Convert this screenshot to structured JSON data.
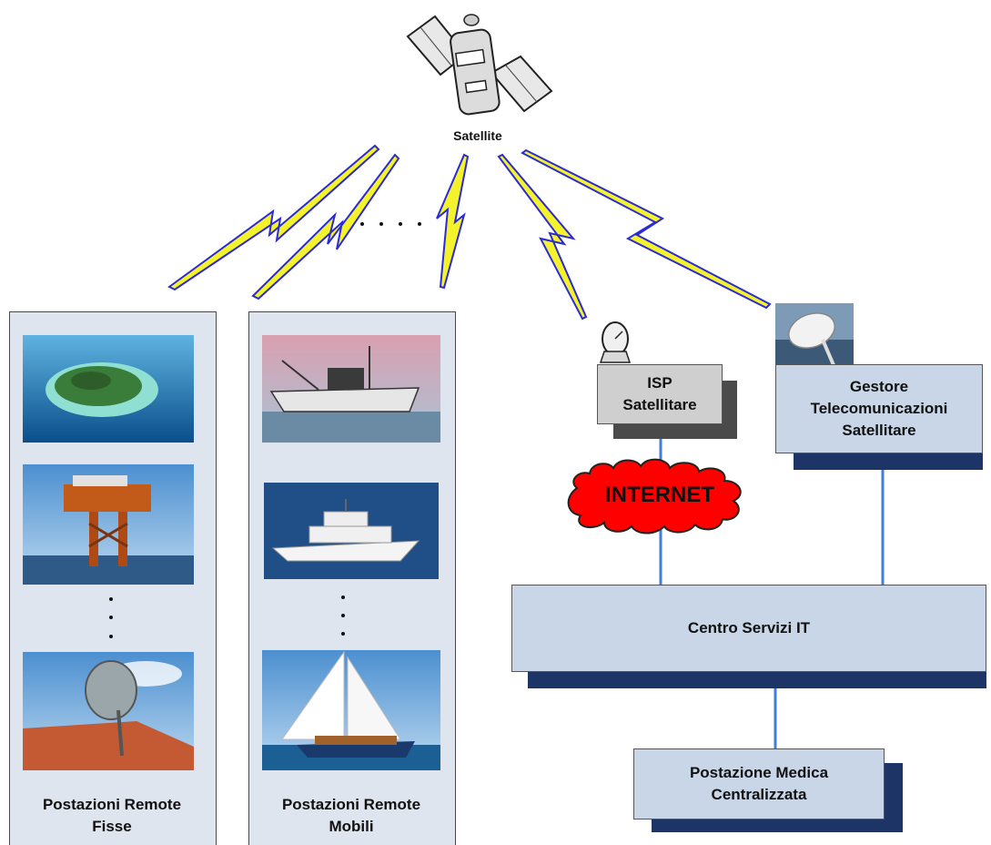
{
  "satellite": {
    "label": "Satellite",
    "icon": "satellite-icon"
  },
  "remote_fixed": {
    "label_line1": "Postazioni Remote",
    "label_line2": "Fisse",
    "photos": [
      "island-photo",
      "oil-platform-photo",
      "satellite-dish-on-roof-photo"
    ]
  },
  "remote_mobile": {
    "label_line1": "Postazioni Remote",
    "label_line2": "Mobili",
    "photos": [
      "fishing-boat-photo",
      "yacht-photo",
      "sailboat-photo"
    ]
  },
  "isp": {
    "line1": "ISP",
    "line2": "Satellitare"
  },
  "internet": {
    "label": "INTERNET"
  },
  "gestore": {
    "line1": "Gestore",
    "line2": "Telecomunicazioni",
    "line3": "Satellitare"
  },
  "centro": {
    "label": "Centro Servizi IT"
  },
  "postazione_medica": {
    "line1": "Postazione Medica",
    "line2": "Centralizzata"
  },
  "colors": {
    "box_fill": "#c9d6e8",
    "shadow": "#1d3566",
    "isp_fill": "#cfcfcf",
    "lightning": "#f4f22a",
    "lightning_edge": "#2a2ad9",
    "internet_cloud": "#ff0000",
    "link_line": "#3f7fd6",
    "column_fill": "#dfe5ef"
  }
}
